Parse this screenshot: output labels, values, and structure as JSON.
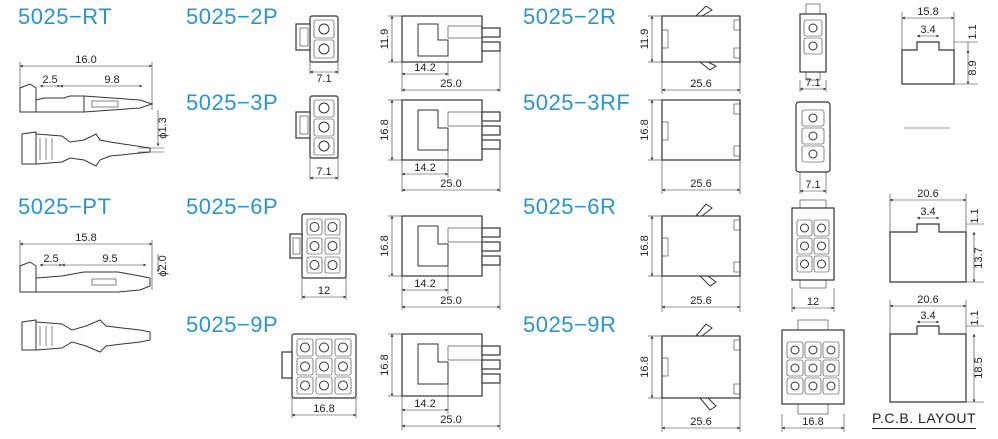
{
  "titles": {
    "rt": "5025−RT",
    "p2": "5025−2P",
    "r2": "5025−2R",
    "p3": "5025−3P",
    "rf3": "5025−3RF",
    "pt": "5025−PT",
    "p6": "5025−6P",
    "r6": "5025−6R",
    "p9": "5025−9P",
    "r9": "5025−9R"
  },
  "dims": {
    "rt_len": "16.0",
    "rt_a": "2.5",
    "rt_b": "9.8",
    "rt_dia": "ϕ1.3",
    "pt_len": "15.8",
    "pt_a": "2.5",
    "pt_b": "9.5",
    "pt_dia": "ϕ2.0",
    "w71": "7.1",
    "h119": "11.9",
    "l142": "14.2",
    "l250": "25.0",
    "l256": "25.6",
    "h168": "16.8",
    "w12": "12",
    "w168": "16.8",
    "pcb1_w": "15.8",
    "pcb1_g": "3.4",
    "pcb1_t": "1.1",
    "pcb1_h": "8.9",
    "pcb2_w": "20.6",
    "pcb2_g": "3.4",
    "pcb2_t": "1.1",
    "pcb2_h": "13.7",
    "pcb3_w": "20.6",
    "pcb3_g": "3.4",
    "pcb3_t": "1.1",
    "pcb3_h": "18.5"
  },
  "pcb_layout_label": "P.C.B. LAYOUT",
  "colors": {
    "title": "#2f93c8",
    "line": "#333333"
  }
}
